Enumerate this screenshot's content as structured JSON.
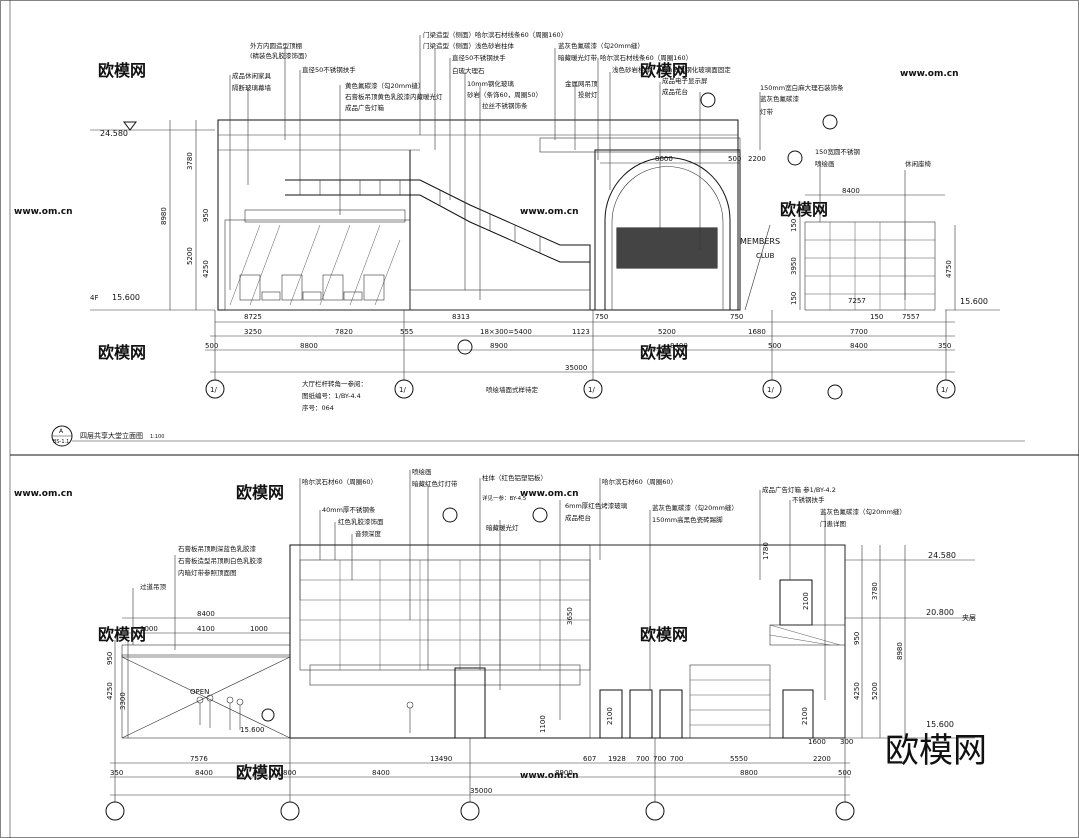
{
  "drawing": {
    "upper": {
      "title": "四层共享大堂立面图",
      "scale": "1:100",
      "label_prefix": "A",
      "label_code": "BS-1.1",
      "elev_top": "24.580",
      "elev_floor": "15.600",
      "elev_floor_right": "15.600",
      "floor_tag": "4F",
      "vdims_left": [
        "3780",
        "8980",
        "950",
        "5200",
        "4250"
      ],
      "vdims_right": [
        "150",
        "3950",
        "4750",
        "150"
      ],
      "dims_row1": [
        "3250",
        "8725",
        "7820",
        "555",
        "8313",
        "750",
        "5200",
        "150",
        "1680",
        "7557",
        "7700"
      ],
      "stair_dim": "18×300=5400",
      "stair_dim2": "1123",
      "dims_row2": [
        "500",
        "8800",
        "8900",
        "8400",
        "500",
        "8400",
        "350"
      ],
      "total": "35000",
      "top_dims": [
        "8600",
        "500",
        "2200",
        "8400"
      ],
      "wall_mid_dim": "7257",
      "axes": [
        "1/",
        "1/",
        "1/",
        "1/",
        "1/"
      ],
      "sign": [
        "MEMBERS",
        "CLUB"
      ],
      "notes_top": [
        "外方内圆造型顶棚",
        "(精装色乳胶漆饰面)",
        "直径50不锈钢扶手",
        "成品休闲家具",
        "隔断玻璃幕墙",
        "黄色氟碳漆（勾20mm缝）",
        "石膏板吊顶黄色乳胶漆内藏暖光灯",
        "成品广告灯箱",
        "门梁造型（侧面）哈尔滨石材线条60（周圈160）",
        "门梁造型（侧面）浅色砂岩柱体",
        "直径50不锈钢扶手",
        "白玻大理石",
        "10mm钢化玻璃",
        "砂岩（条饰60，周圈50）",
        "拉丝不锈钢饰条",
        "金属网吊顶",
        "投射灯",
        "蓝灰色氟碳漆（勾20mm缝）",
        "暗藏暖光灯带",
        "哈尔滨石材线条60（周圈160）",
        "浅色砂岩柱体",
        "5mm厚钢化玻璃面固定",
        "成品电子显示屏",
        "成品花台",
        "150mm宽白麻大理石装饰条",
        "蓝灰色氟碳漆",
        "灯带",
        "150宽圆不锈钢",
        "喷绘画",
        "休闲座椅"
      ],
      "notes_bottom": [
        "大厅栏杆转角一参阅：",
        "图纸编号：1/BY-4.4",
        "序号：064",
        "喷绘墙面式样待定"
      ]
    },
    "lower": {
      "elev_top": "24.580",
      "elev_mid": "20.800",
      "elev_mid_note": "夹层",
      "elev_floor": "15.600",
      "elev_floor_left": "15.600",
      "vdims_left": [
        "950",
        "4250",
        "3300"
      ],
      "vdims_right": [
        "3780",
        "8980",
        "950",
        "4250",
        "5200"
      ],
      "inner_dims": [
        "1780",
        "2100",
        "3650",
        "1100",
        "2100",
        "2100"
      ],
      "top_dims": [
        "8400",
        "1000",
        "4100",
        "1000"
      ],
      "dims_row1": [
        "7576",
        "13490",
        "607",
        "1928",
        "700",
        "700",
        "700",
        "5550",
        "2200"
      ],
      "dims_row2": [
        "350",
        "8400",
        "800",
        "8400",
        "8900",
        "8800",
        "500"
      ],
      "total": "35000",
      "small_dims": [
        "1600",
        "300"
      ],
      "open_label": "OPEN",
      "notes": [
        "哈尔滨石材60（周圈60）",
        "40mm厚不锈钢条",
        "红色乳胶漆饰面",
        "音频深度",
        "喷绘画",
        "暗藏红色灯灯带",
        "柱体（红色铝塑铝板）",
        "详见一参：BY-4.5",
        "暗藏暖光灯",
        "哈尔滨石材60（周圈60）",
        "6mm厚红色烤漆玻璃",
        "成品柜台",
        "成品广告灯箱 参1/BY-4.2",
        "不锈钢扶手",
        "蓝灰色氟碳漆（勾20mm缝）",
        "150mm高黑色瓷砖踢脚",
        "蓝灰色氟碳漆（勾20mm缝）",
        "门患详图",
        "石膏板吊顶刷深蓝色乳胶漆",
        "石膏板造型吊顶刷白色乳胶漆",
        "内暗灯带参照顶面图",
        "过道吊顶"
      ]
    },
    "watermark": [
      "欧模网",
      "www.om.cn"
    ],
    "logo": "欧模网"
  }
}
